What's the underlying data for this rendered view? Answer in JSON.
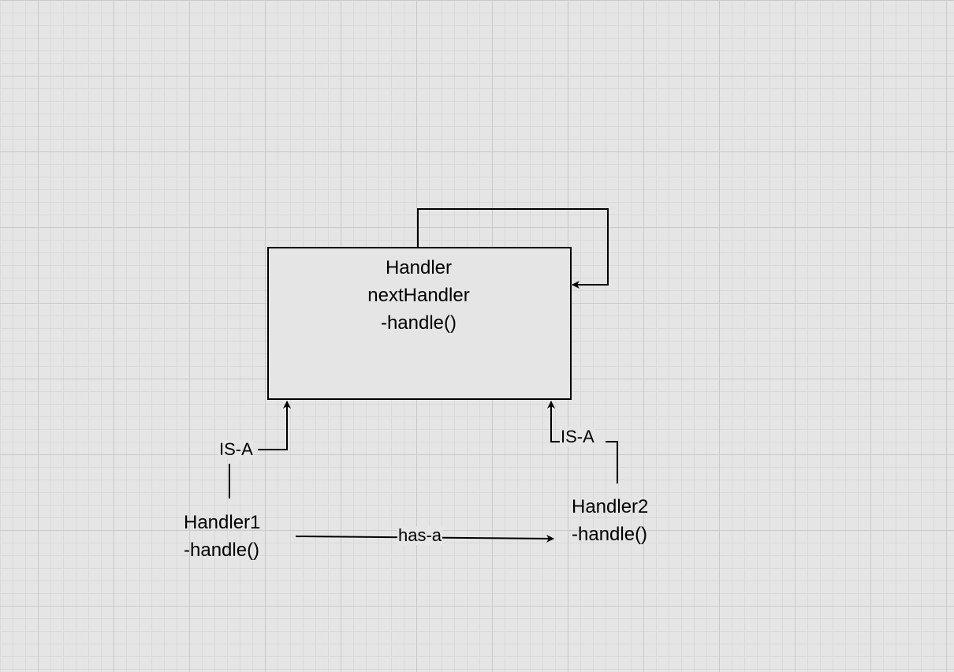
{
  "handler": {
    "name": "Handler",
    "field": "nextHandler",
    "method": "-handle()"
  },
  "handler1": {
    "name": "Handler1",
    "method": "-handle()"
  },
  "handler2": {
    "name": "Handler2",
    "method": "-handle()"
  },
  "edges": {
    "is_a_left": "IS-A",
    "is_a_right": "IS-A",
    "has_a": "has-a"
  },
  "colors": {
    "background": "#e5e5e5",
    "grid_major": "#c9c9c9",
    "grid_minor": "#d9d9d9",
    "stroke": "#000000"
  }
}
